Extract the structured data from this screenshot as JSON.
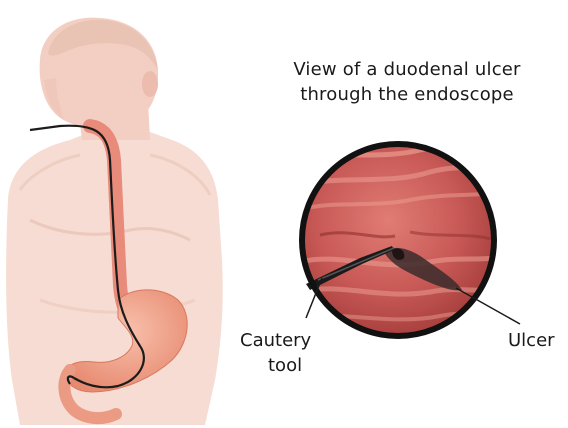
{
  "title": {
    "line1": "View of a duodenal ulcer",
    "line2": "through the endoscope"
  },
  "labels": {
    "cautery_line1": "Cautery",
    "cautery_line2": "tool",
    "ulcer": "Ulcer"
  },
  "colors": {
    "skin": "#f3cfc3",
    "skin_shadow": "#e6b2a4",
    "esophagus": "#e98b7a",
    "stomach": "#f0a18c",
    "scope_line": "#1c1c1c",
    "view_fill": "#c95a57",
    "view_rim": "#111111",
    "ulcer": "#3a2b2b",
    "text": "#1a1a1a"
  }
}
